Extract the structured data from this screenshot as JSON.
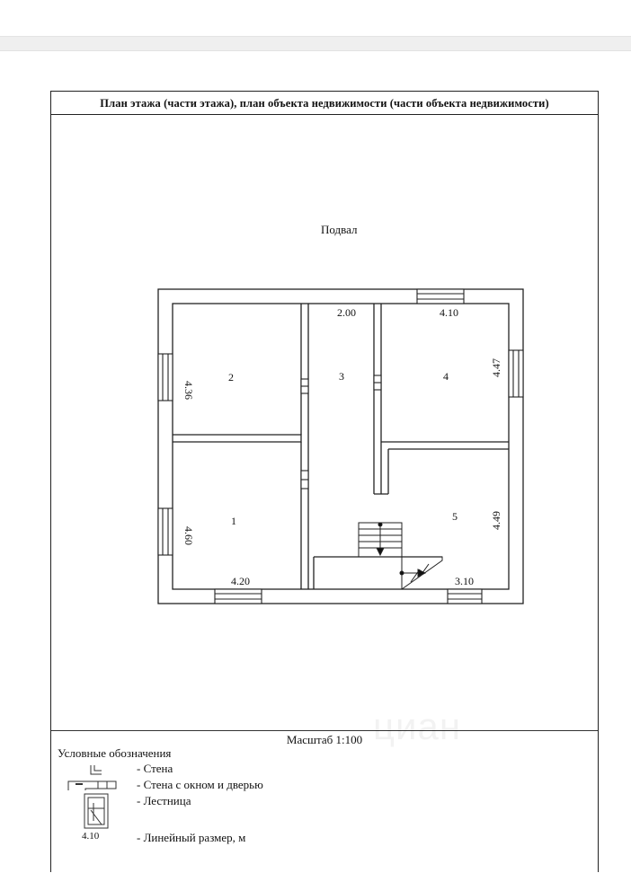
{
  "sheet": {
    "title": "План  этажа (части этажа), план объекта недвижимости (части объекта недвижимости)",
    "floor_name": "Подвал",
    "scale_text": "Масштаб 1:100"
  },
  "plan": {
    "rooms": [
      "1",
      "2",
      "3",
      "4",
      "5"
    ],
    "dimensions": [
      "2.00",
      "4.10",
      "4.36",
      "4.47",
      "4.60",
      "4.49",
      "4.20",
      "3.10"
    ]
  },
  "legend": {
    "title": "Условные обозначения",
    "wall": "- Стена",
    "wall_window_door": "- Стена с окном и дверью",
    "stairs": "- Лестница",
    "linear_dimension": "- Линейный размер, м",
    "dimension_sample": "4.10"
  },
  "watermark": "циан"
}
